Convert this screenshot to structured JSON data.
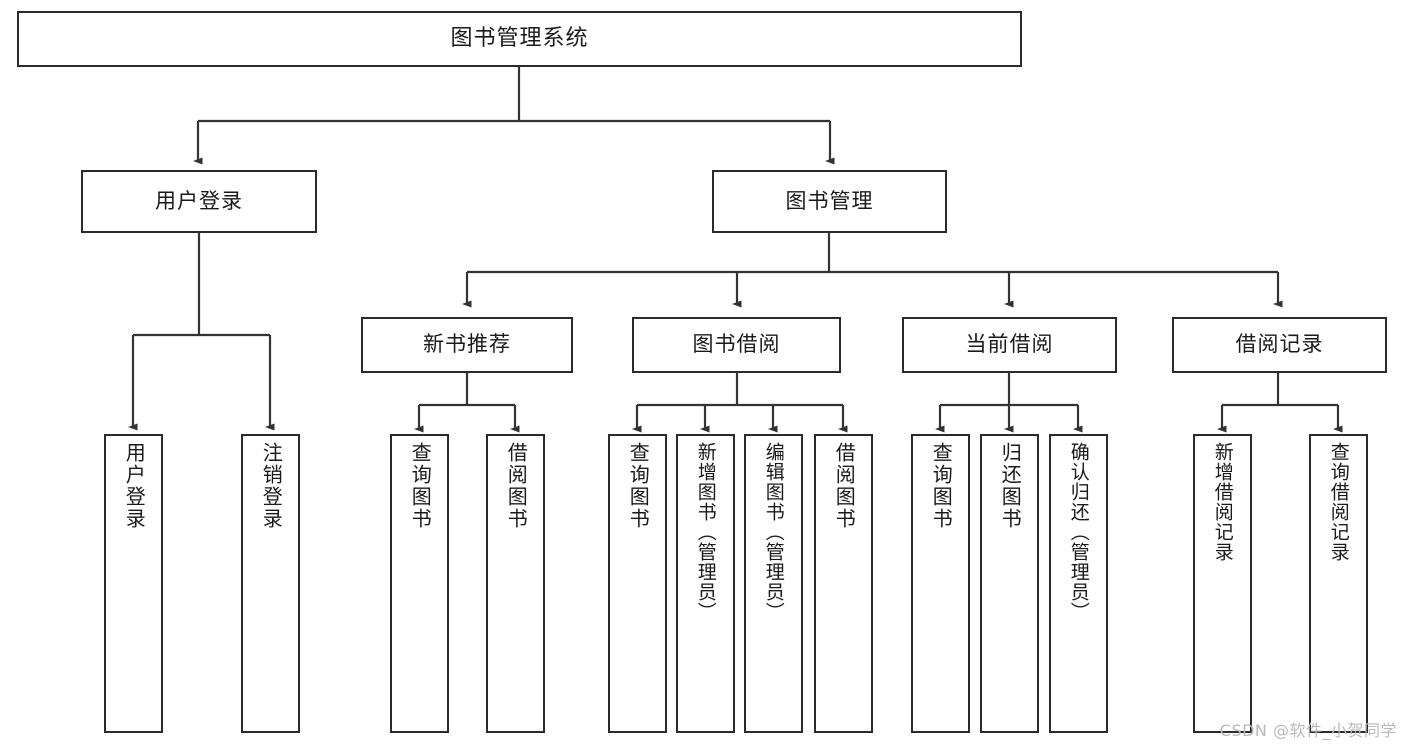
{
  "meta": {
    "title": "图书管理系统 功能结构图",
    "watermark": "CSDN @软件_小贺同学",
    "colors": {
      "box_stroke": "#2b2b2b",
      "box_fill": "#ffffff",
      "edge": "#333333",
      "text": "#1a1a1a",
      "watermark": "#b9b9b9",
      "background": "#ffffff"
    }
  },
  "tree": {
    "root": {
      "label": "图书管理系统"
    },
    "level2": [
      {
        "label": "用户登录"
      },
      {
        "label": "图书管理"
      }
    ],
    "level3": [
      {
        "label": "新书推荐"
      },
      {
        "label": "图书借阅"
      },
      {
        "label": "当前借阅"
      },
      {
        "label": "借阅记录"
      }
    ],
    "leaves": {
      "user_login": [
        {
          "label": "用户登录"
        },
        {
          "label": "注销登录"
        }
      ],
      "new_book_recommend": [
        {
          "label": "查询图书"
        },
        {
          "label": "借阅图书"
        }
      ],
      "book_borrow": [
        {
          "label": "查询图书"
        },
        {
          "label": "新增图书（管理员）"
        },
        {
          "label": "编辑图书（管理员）"
        },
        {
          "label": "借阅图书"
        }
      ],
      "current_borrow": [
        {
          "label": "查询图书"
        },
        {
          "label": "归还图书"
        },
        {
          "label": "确认归还（管理员）"
        }
      ],
      "borrow_record": [
        {
          "label": "新增借阅记录"
        },
        {
          "label": "查询借阅记录"
        }
      ]
    }
  }
}
